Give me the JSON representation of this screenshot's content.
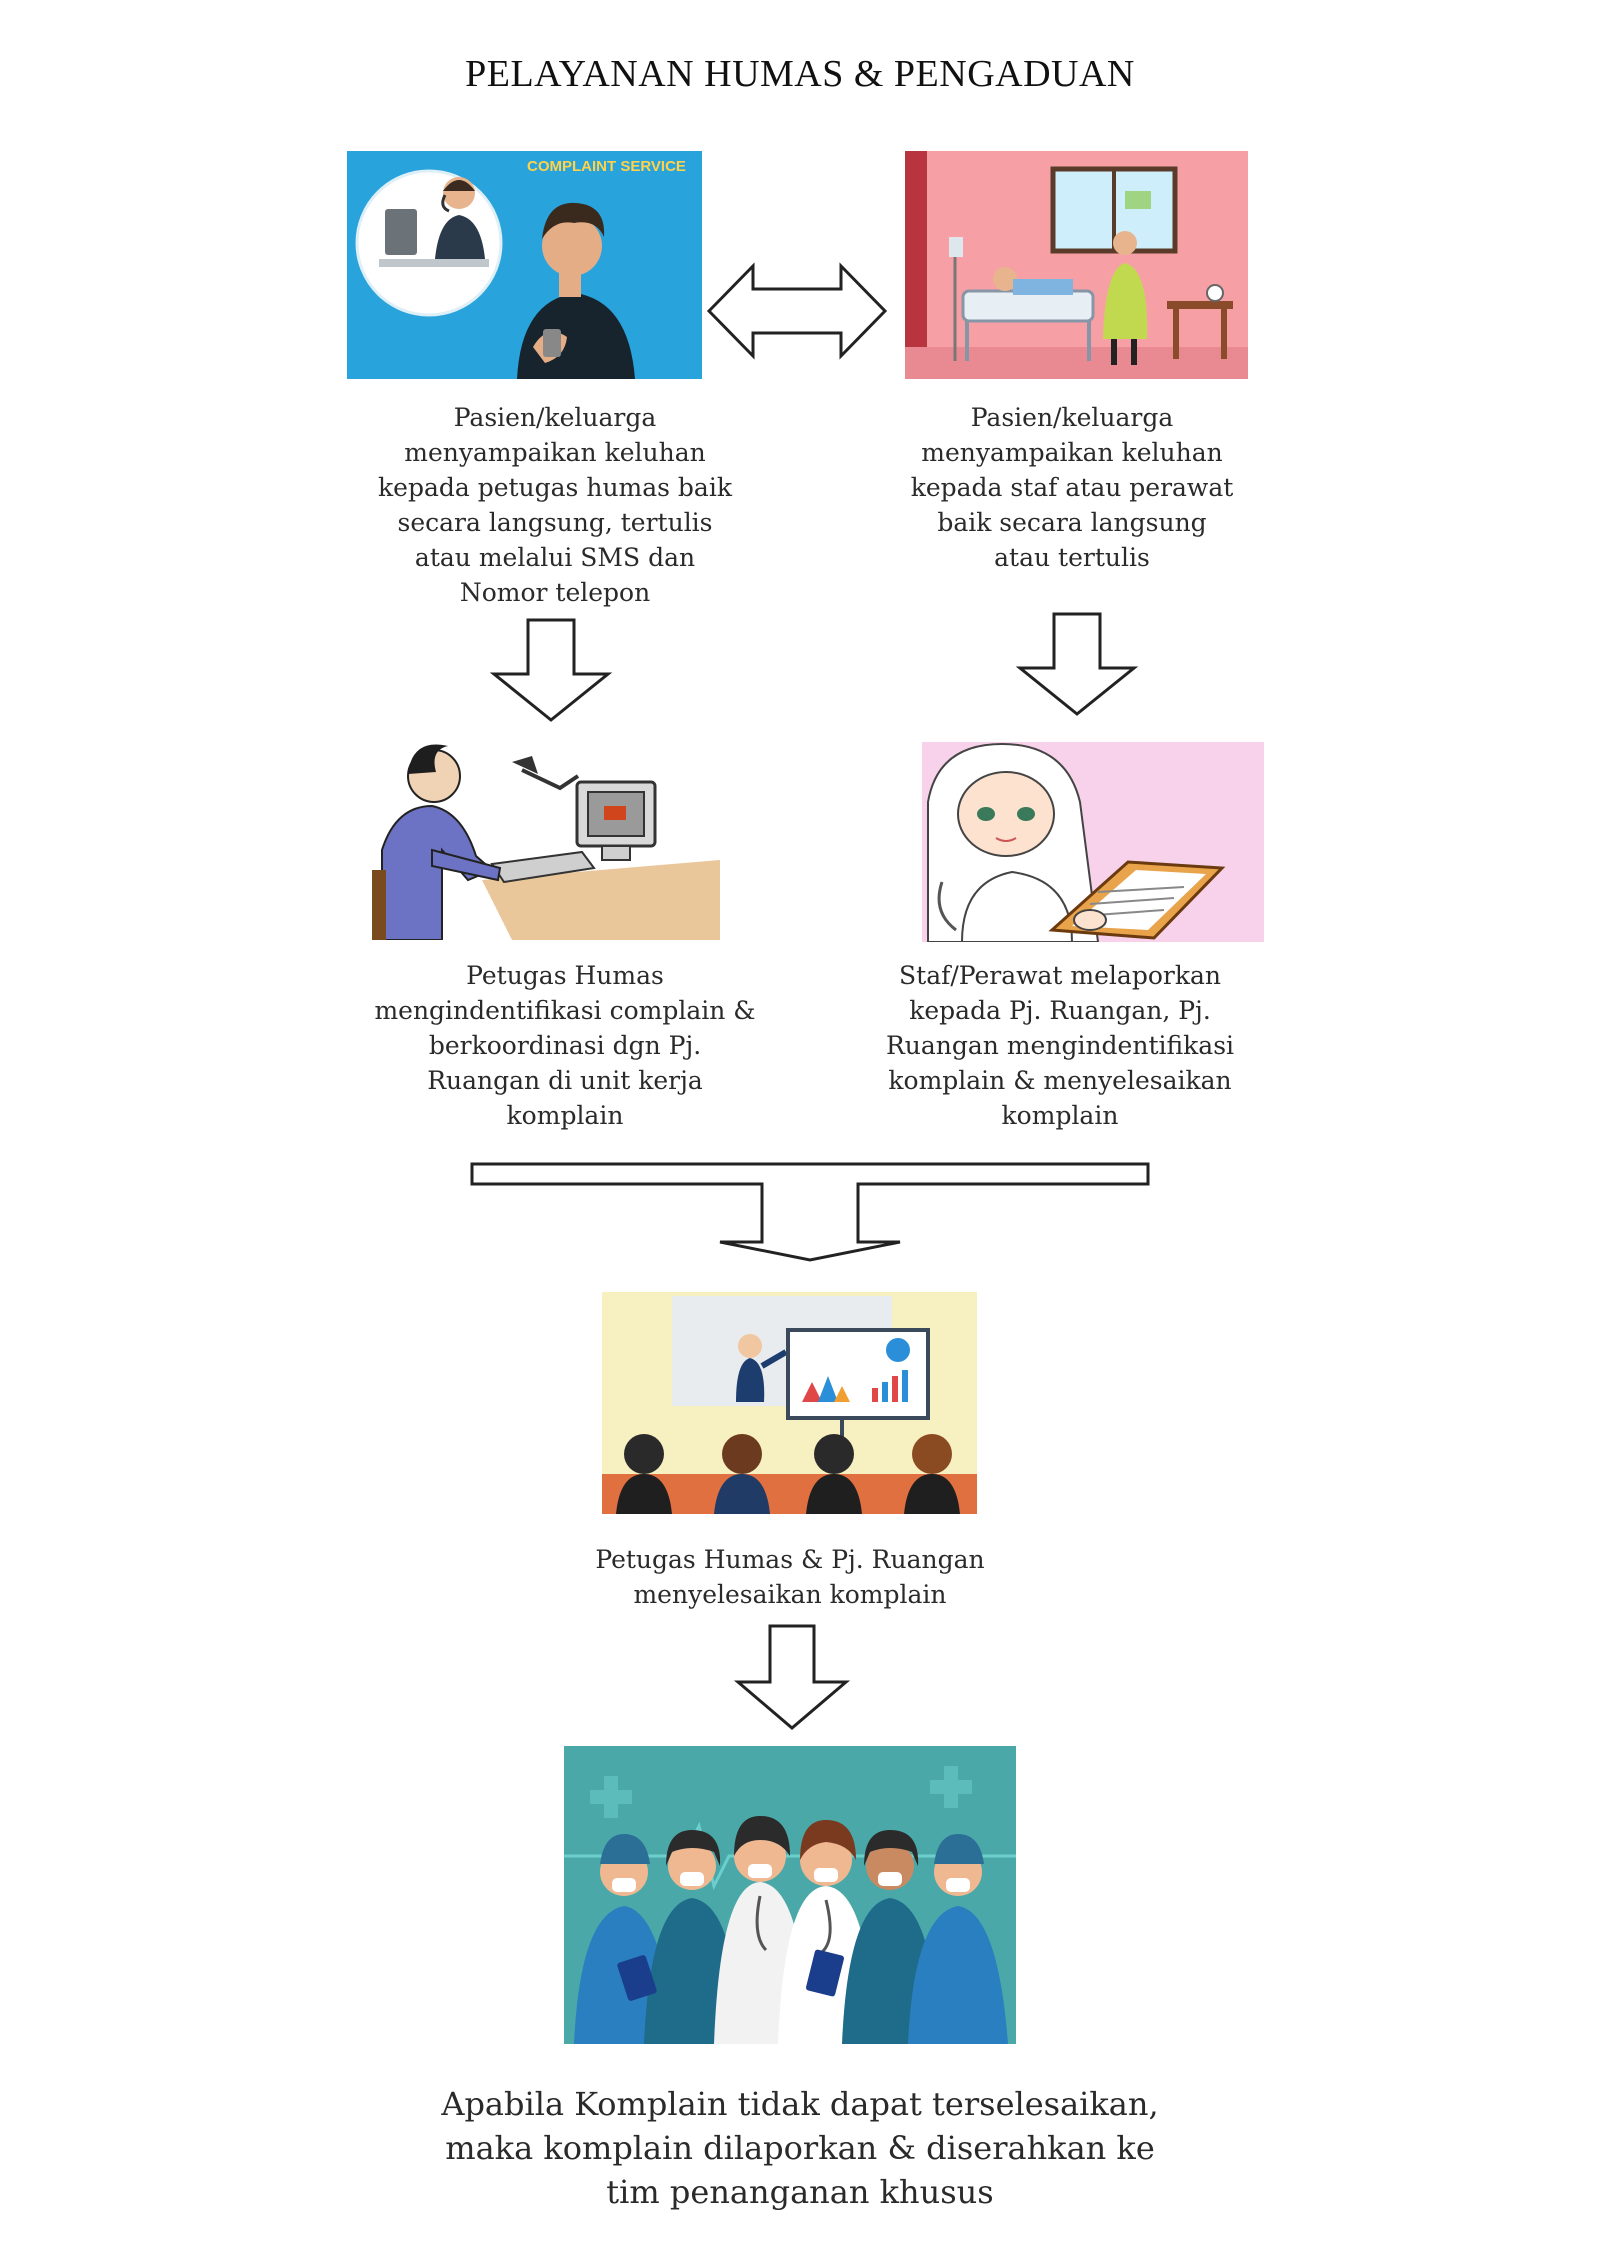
{
  "title": "PELAYANAN HUMAS & PENGADUAN",
  "colors": {
    "complaint_bg": "#29a3dc",
    "patient_room_bg": "#f6a0a6",
    "nurse_bg": "#f7d2ea",
    "meeting_bg": "#f7f0c0",
    "team_bg": "#4aa9a8",
    "arrow_stroke": "#222222"
  },
  "steps": {
    "left_1": {
      "image_label": "COMPLAINT SERVICE",
      "caption_lines": [
        "Pasien/keluarga",
        "menyampaikan keluhan",
        "kepada petugas humas baik",
        "secara langsung, tertulis",
        "atau melalui SMS dan",
        "Nomor telepon"
      ]
    },
    "right_1": {
      "caption_lines": [
        "Pasien/keluarga",
        "menyampaikan keluhan",
        "kepada staf atau perawat",
        "baik secara langsung",
        "atau tertulis"
      ]
    },
    "left_2": {
      "caption_lines": [
        "Petugas Humas",
        "mengindentifikasi complain &",
        "berkoordinasi dgn Pj.",
        "Ruangan di unit kerja",
        "komplain"
      ]
    },
    "right_2": {
      "caption_lines": [
        "Staf/Perawat melaporkan",
        "kepada Pj. Ruangan, Pj.",
        "Ruangan mengindentifikasi",
        "komplain & menyelesaikan",
        "komplain"
      ]
    },
    "center_3": {
      "caption_lines": [
        "Petugas Humas & Pj. Ruangan",
        "menyelesaikan komplain"
      ]
    },
    "final": {
      "caption_lines": [
        "Apabila Komplain tidak dapat terselesaikan,",
        "maka komplain dilaporkan & diserahkan ke",
        "tim penanganan khusus"
      ]
    }
  }
}
